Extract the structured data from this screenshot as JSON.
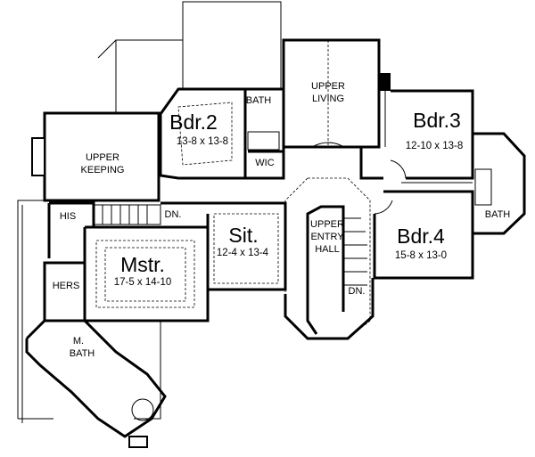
{
  "plan": {
    "rooms": {
      "upper_living": [
        "UPPER",
        "LIVING"
      ],
      "bath_bdr2": "BATH",
      "bdr2": {
        "name": "Bdr.2",
        "size": "13-8 x 13-8"
      },
      "wic": "WIC",
      "bdr3": {
        "name": "Bdr.3",
        "size": "12-10 x 13-8"
      },
      "upper_keeping": [
        "UPPER",
        "KEEPING"
      ],
      "stair_dn_left": "DN.",
      "his": "HIS",
      "sit": {
        "name": "Sit.",
        "size": "12-4 x 13-4"
      },
      "upper_entry_hall": [
        "UPPER",
        "ENTRY",
        "HALL"
      ],
      "bdr4": {
        "name": "Bdr.4",
        "size": "15-8 x 13-0"
      },
      "bath_bdr34": "BATH",
      "mstr": {
        "name": "Mstr.",
        "size": "17-5 x 14-10"
      },
      "hers": "HERS",
      "m_bath": [
        "M.",
        "BATH"
      ],
      "stair_dn_entry": "DN."
    }
  }
}
